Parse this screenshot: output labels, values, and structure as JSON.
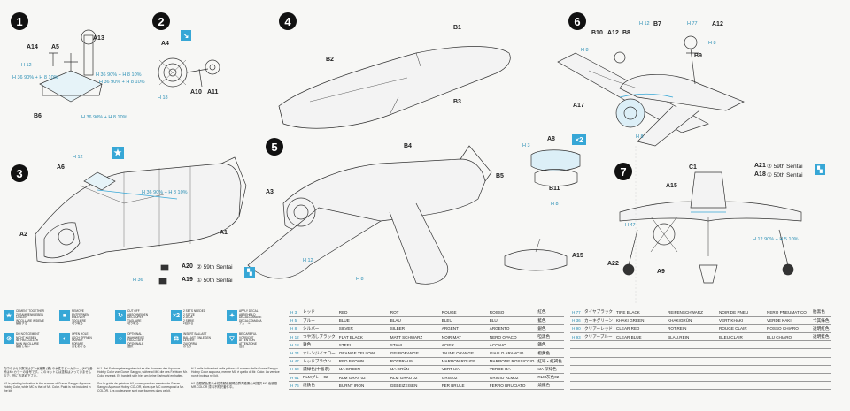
{
  "steps": [
    {
      "num": "1",
      "parts": [
        "A14",
        "A5",
        "A13",
        "B6"
      ],
      "colors": [
        "H 12",
        "H 36 90% + H 8 10%",
        "H 36 90% + H 8 10%",
        "H 36 90% + H 8 10%",
        "H 36 90% + H 8 10%"
      ]
    },
    {
      "num": "2",
      "parts": [
        "A4",
        "A10",
        "A11"
      ],
      "colors": [
        "H 36 90% + H 8 10%",
        "H 18"
      ]
    },
    {
      "num": "3",
      "parts": [
        "A6",
        "A2",
        "A1",
        "A20",
        "A19"
      ],
      "colors": [
        "H 12",
        "H 36 90% + H 8 10%",
        "H 36"
      ],
      "sentai": [
        "② 59th Sentai",
        "① 50th Sentai"
      ]
    },
    {
      "num": "4",
      "parts": [
        "B1",
        "B2",
        "B3"
      ],
      "colors": []
    },
    {
      "num": "5",
      "parts": [
        "B4",
        "B5",
        "A3"
      ],
      "colors": [
        "H 12",
        "H 8"
      ]
    },
    {
      "num": "6",
      "parts": [
        "B10",
        "A12",
        "B8",
        "B7",
        "A12",
        "B9",
        "A17",
        "A8",
        "B11"
      ],
      "colors": [
        "H 12",
        "H 77",
        "H 8",
        "H 8",
        "H 3",
        "H 8",
        "H 8"
      ],
      "x2": "×2"
    },
    {
      "num": "7",
      "parts": [
        "C1",
        "A15",
        "A21",
        "A18",
        "A22",
        "A9"
      ],
      "colors": [
        "H 47",
        "H 12 90% + H 5 10%"
      ],
      "sentai": [
        "② 59th Sentai",
        "① 50th Sentai"
      ]
    },
    {
      "num": "",
      "parts": [
        "A15"
      ],
      "colors": []
    }
  ],
  "legend": [
    {
      "icon": "★",
      "text": "CEMENT TOGETHER\nZUSAMMENKLEBEN\nCOLLER\nINCOLLARE INSIEME\n接着する"
    },
    {
      "icon": "■",
      "text": "REMOVE\nENTFERNEN\nENLEVER\nTOGLIERE\n切り取る"
    },
    {
      "icon": "↻",
      "text": "CUT OFF\nABSCHNEIDEN\nDÉCOUPER\nTAGLIARE\n切り取る"
    },
    {
      "icon": "×2",
      "text": "2 SETS NEEDED\n2 SÄTZE\n2 JEUX\n2 SERIE\n2個作る"
    },
    {
      "icon": "✦",
      "text": "APPLY DECAL\nABZIEHBILD\nDÉCALCOMANIE\nDECALCOMANIA\nデカール"
    },
    {
      "icon": "⊘",
      "text": "DO NOT CEMENT\nNICHT KLEBEN\nNE PAS COLLER\nNON INCOLLARE\n接着しない"
    },
    {
      "icon": "◐",
      "text": "OPEN HOLE\nLOCH ÖFFNEN\nOUVRIR\nFORARE\n穴をあける"
    },
    {
      "icon": "○",
      "text": "OPTIONAL\nWAHLWEISE\nFACULTATIF\nOPZIONALE\n選択"
    },
    {
      "icon": "⚖",
      "text": "INSERT BALLAST\nBALLAST EINLEGEN\nLESTER\nZAVORRA\nおもり"
    },
    {
      "icon": "▽",
      "text": "BE CAREFUL\nVORSICHT\nATTENTION\nATTENZIONE\n注意"
    }
  ],
  "notes": [
    "文中の (H) の数字はグンゼ産業 (株) の水性ホビーカラー、(MC) 番号はMr.カラーの番号です。このキットには塗料は入っていませんので、別にお求め下さい。\n\nH1 is painting indication is the number of Gunze Sangyo Aqueous Hobby Color, while MC is that of Mr. Color. Paint is not included in the kit.",
    "H 1. Bei Farbangabeangaben ist es die Nummer des Aqueous Hobby Color von Gunze Sangyo, während MC die des Farbtons Mr. Color erzeugt. Es handelt sich hier um keine Farbwahl enthalten.\n\nSur le guide de peinture H1, correspond au numéro de Gunze Sangyo Aqueous Hobby COLOR, alors que MC correspond a Mr. COLOR. Les couleurs ne sont pas fournies dans ce kit.",
    "H 1 nella indicazioni della pittura è il numero della Gunze Sangyo Hobby Color acquosa, mentre MC è quello di Mr. Color. La vernice non è inclusa nel kit.\n\nH1 油類顏色表示水性漆顏色號碼由群澤產業公司提供 MC 色號是MR.COLOR 漆料不附於套件中。"
  ],
  "color_table_1": [
    {
      "h": "H 3",
      "jp": "レッド",
      "en": "RED",
      "de": "ROT",
      "fr": "ROUGE",
      "it": "ROSSO",
      "cn": "紅色"
    },
    {
      "h": "H 5",
      "jp": "ブルー",
      "en": "BLUE",
      "de": "BLAU",
      "fr": "BLEU",
      "it": "BLU",
      "cn": "藍色"
    },
    {
      "h": "H 8",
      "jp": "シルバー",
      "en": "SILVER",
      "de": "SILBER",
      "fr": "ARGENT",
      "it": "ARGENTO",
      "cn": "銀色"
    },
    {
      "h": "H 12",
      "jp": "つや消しブラック",
      "en": "FLAT BLACK",
      "de": "MATT SCHWARZ",
      "fr": "NOIR MAT",
      "it": "NERO OPACO",
      "cn": "啞黑色"
    },
    {
      "h": "H 18",
      "jp": "鉄色",
      "en": "STEEL",
      "de": "STAHL",
      "fr": "ACIER",
      "it": "ACCIAIO",
      "cn": "鐵色"
    },
    {
      "h": "H 24",
      "jp": "オレンジイエロー",
      "en": "ORANGE YELLOW",
      "de": "GELBORANGE",
      "fr": "JAUNE ORANGE",
      "it": "GIALLO ARANCIO",
      "cn": "橙黃色"
    },
    {
      "h": "H 47",
      "jp": "レッドブラウン",
      "en": "RED BROWN",
      "de": "ROTBRAUN",
      "fr": "MARRON ROUGE",
      "it": "MARRONE ROSSICCIO",
      "cn": "紅啡・紅褐色"
    },
    {
      "h": "H 60",
      "jp": "濃緑色(中島系)",
      "en": "IJA GREEN",
      "de": "IJA GRÜN",
      "fr": "VERT IJA",
      "it": "VERDE IJA",
      "cn": "IJA 深綠色"
    },
    {
      "h": "H 61",
      "jp": "RLMグレー02",
      "en": "RLM GRAY 02",
      "de": "RLM GRAU 02",
      "fr": "GRIS 02",
      "it": "GRIGIO RLM02",
      "cn": "RLM灰色02"
    },
    {
      "h": "H 76",
      "jp": "焼鉄色",
      "en": "BURNT IRON",
      "de": "GEBEIZEISEN",
      "fr": "FER BRULÉ",
      "it": "FERRO BRUCIATO",
      "cn": "燒鐵色"
    }
  ],
  "color_table_2": [
    {
      "h": "H 77",
      "jp": "タイヤブラック",
      "en": "TIRE BLACK",
      "de": "REIFENSCHWARZ",
      "fr": "NOIR DE PNEU",
      "it": "NERO PNEUMATICO",
      "cn": "胎黑色"
    },
    {
      "h": "H 36",
      "jp": "カーキグリーン",
      "en": "KHAKI GREEN",
      "de": "KHAKIGRÜN",
      "fr": "VERT KHAKI",
      "it": "VERDE KAKI",
      "cn": "卡其綠色"
    },
    {
      "h": "H 90",
      "jp": "クリアーレッド",
      "en": "CLEAR RED",
      "de": "ROT,REIN",
      "fr": "ROUGE CLAIR",
      "it": "ROSSO CHIARO",
      "cn": "透明紅色"
    },
    {
      "h": "H 93",
      "jp": "クリアーブルー",
      "en": "CLEAR BLUE",
      "de": "BLAU,REIN",
      "fr": "BLEU CLAIR",
      "it": "BLU CHIARO",
      "cn": "透明藍色"
    }
  ]
}
